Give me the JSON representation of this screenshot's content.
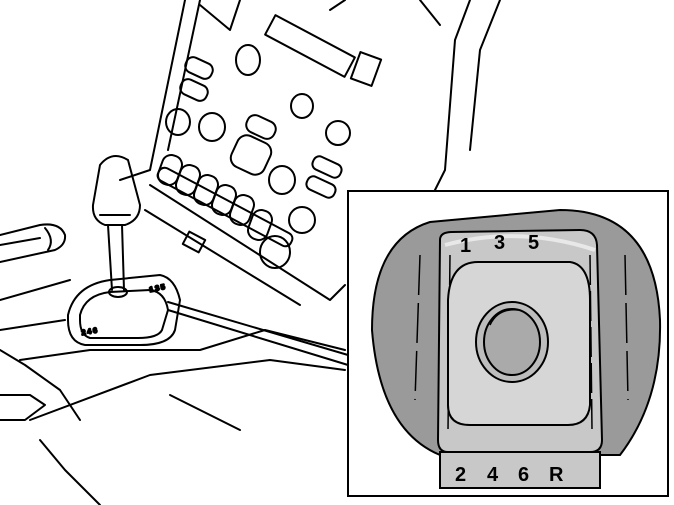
{
  "top_gear_labels": [
    "1",
    "3",
    "5"
  ],
  "bottom_gear_labels": [
    "2",
    "4",
    "6",
    "R"
  ],
  "small_top_labels": [
    "1",
    "3",
    "5"
  ],
  "small_bottom_labels": [
    "2",
    "4",
    "6"
  ],
  "colors": {
    "line": "#000000",
    "background": "#ffffff",
    "bezel_outer": "#9a9a9a",
    "bezel_inner": "#c8c8c8",
    "gate_plate": "#d6d6d6"
  },
  "icons": [
    "gear-lever",
    "shift-gate",
    "center-console"
  ]
}
